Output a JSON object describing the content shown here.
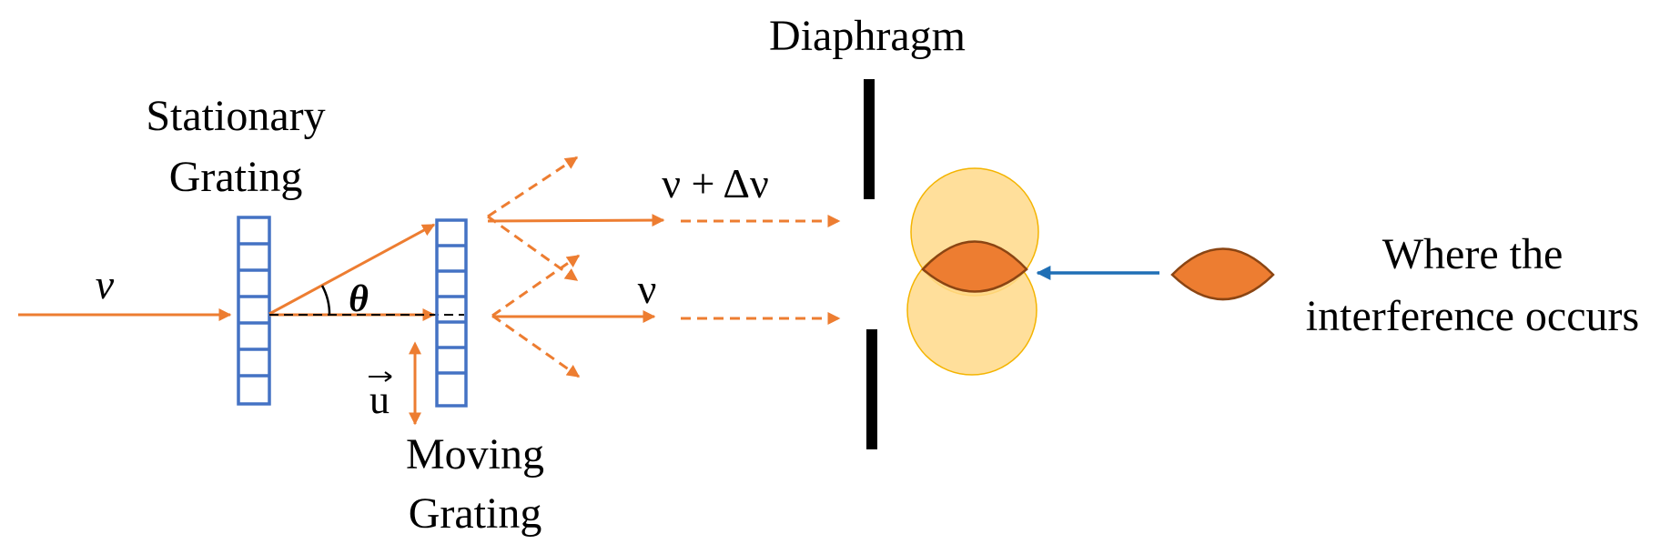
{
  "labels": {
    "diaphragm": "Diaphragm",
    "stationary_line1": "Stationary",
    "stationary_line2": "Grating",
    "moving_line1": "Moving",
    "moving_line2": "Grating",
    "nu_in": "ν",
    "theta": "θ",
    "nu_plus_dnu": "ν + Δν",
    "nu_out": "ν",
    "velocity": "u",
    "interference_line1": "Where the",
    "interference_line2": "interference occurs"
  },
  "colors": {
    "beam": "#ED7D31",
    "grating": "#4472C4",
    "spot_fill": "#FFD98A",
    "spot_stroke": "#F4B400",
    "overlap_fill": "#ED7D31",
    "overlap_stroke": "#8B4513",
    "pointer_arrow": "#1F6FB5",
    "diaphragm": "#000000"
  },
  "icons": {
    "gratings": "grating-ladder-icon",
    "overlap": "lens-overlap-icon",
    "magnified_overlap": "lens-shape-icon"
  }
}
